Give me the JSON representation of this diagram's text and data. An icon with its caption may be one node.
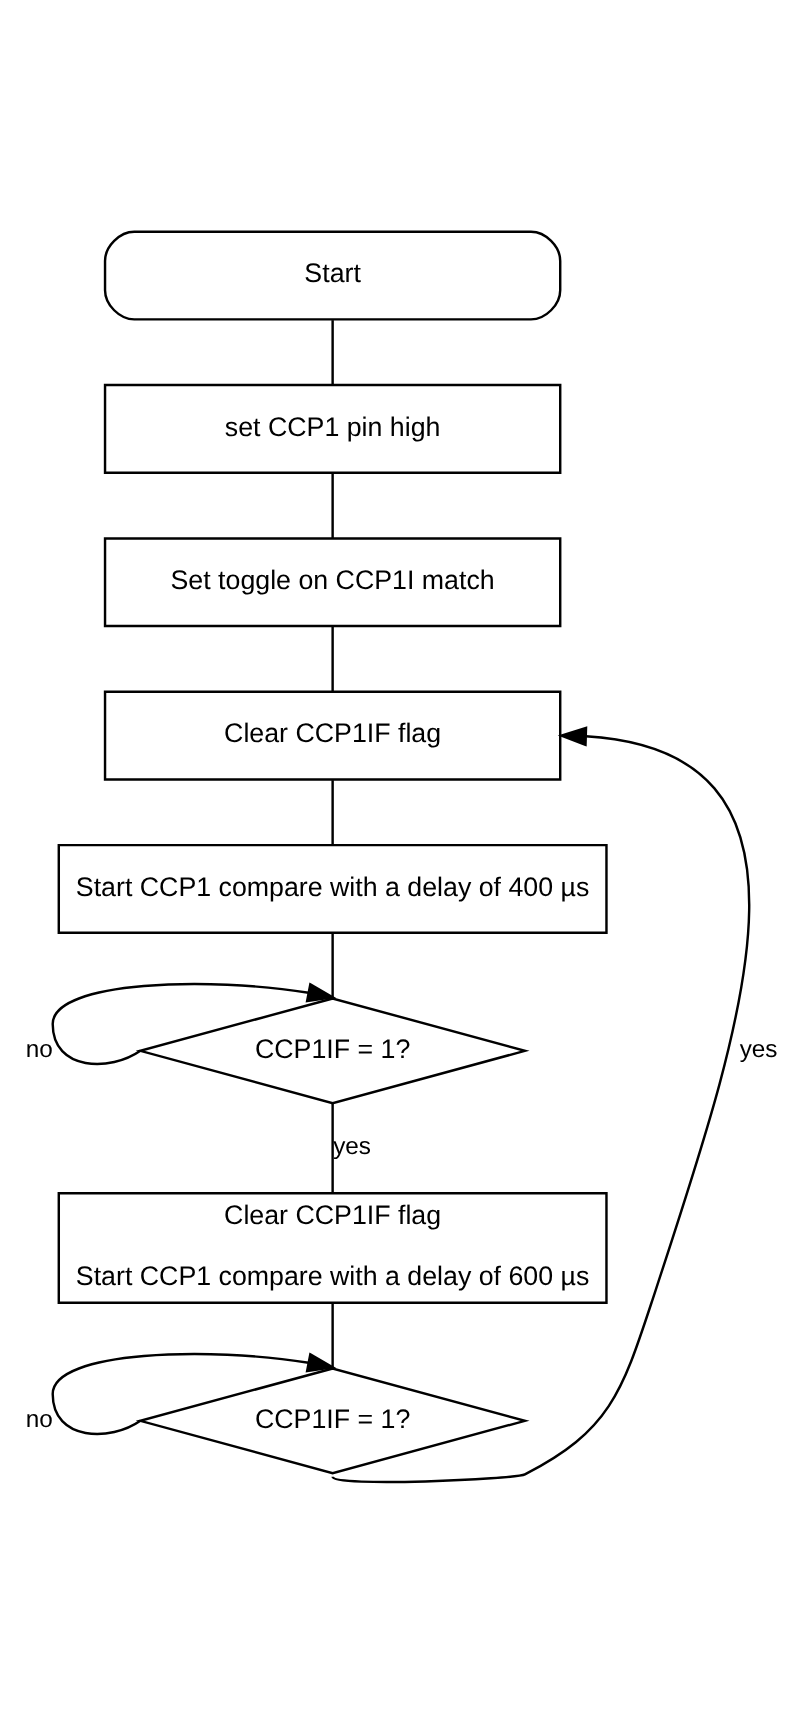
{
  "diagram": {
    "nodes": [
      {
        "text": [
          "Start"
        ]
      },
      {
        "text": [
          "set CCP1 pin high"
        ]
      },
      {
        "text": [
          "Set toggle on CCP1I match"
        ]
      },
      {
        "text": [
          "Clear CCP1IF flag"
        ]
      },
      {
        "text": [
          "Start CCP1 compare with a delay of 400 µs"
        ]
      },
      {
        "text": [
          "CCP1IF = 1?"
        ]
      },
      {
        "text": [
          "Clear CCP1IF flag",
          "Start CCP1 compare with a delay of 600 µs"
        ]
      },
      {
        "text": [
          "CCP1IF = 1?"
        ]
      }
    ],
    "edges": [
      {
        "from": 0,
        "to": 1,
        "arrow": "none"
      },
      {
        "from": 1,
        "to": 2,
        "arrow": "none"
      },
      {
        "from": 2,
        "to": 3,
        "arrow": "none"
      },
      {
        "from": 3,
        "to": 4,
        "arrow": "none"
      },
      {
        "from": 4,
        "to": 5,
        "arrow": "none"
      },
      {
        "from": 5,
        "to": 5,
        "label": "no",
        "arrow": "to"
      },
      {
        "from": 5,
        "to": 6,
        "label": "yes",
        "arrow": "none"
      },
      {
        "from": 6,
        "to": 7,
        "arrow": "none"
      },
      {
        "from": 7,
        "to": 7,
        "label": "no",
        "arrow": "to"
      },
      {
        "from": 7,
        "to": 3,
        "label": "yes",
        "arrow": "to"
      }
    ]
  }
}
